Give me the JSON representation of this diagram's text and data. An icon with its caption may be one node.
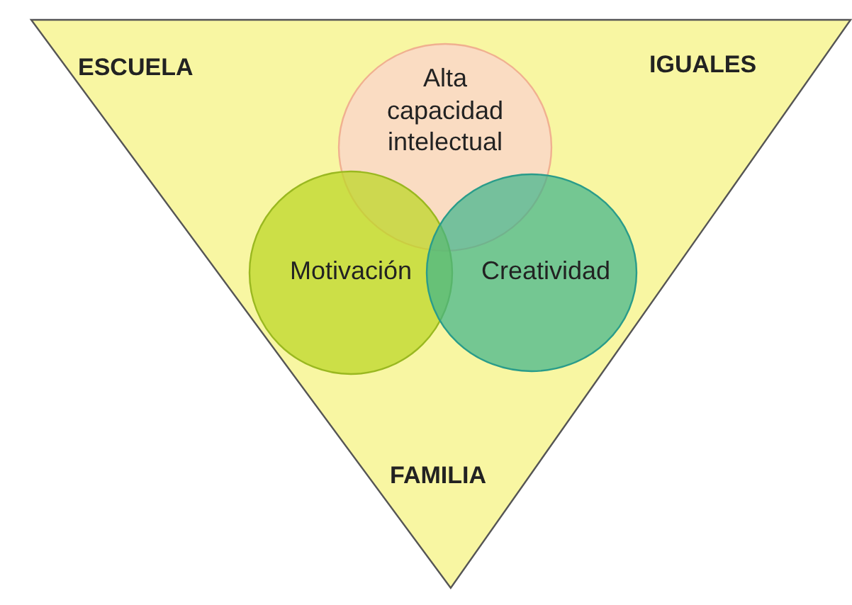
{
  "diagram": {
    "nodes": [
      {
        "text": [
          "ESCUELA",
          "IGUALES",
          "FAMILIA"
        ]
      },
      {
        "text": [
          "Alta capacidad intelectual"
        ],
        "in": 0
      },
      {
        "text": [
          "Motivación"
        ],
        "in": 0
      },
      {
        "text": [
          "Creatividad"
        ],
        "in": 0
      }
    ],
    "edges": []
  }
}
